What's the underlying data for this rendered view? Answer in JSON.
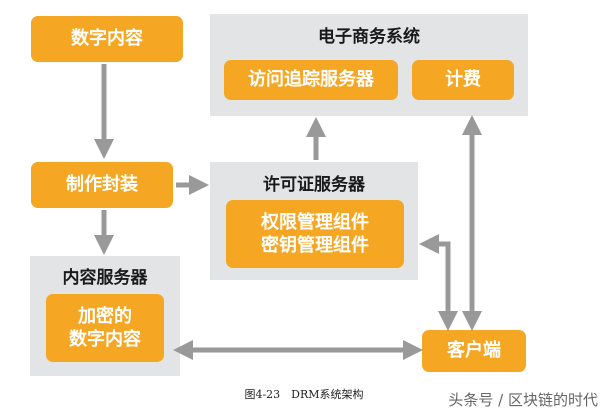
{
  "nodes": {
    "digital_content": "数字内容",
    "packaging": "制作封装",
    "ecommerce_system": "电子商务系统",
    "access_tracking_server": "访问追踪服务器",
    "billing": "计费",
    "license_server": "许可证服务器",
    "rights_management": [
      "权限管理组件",
      "密钥管理组件"
    ],
    "content_server": "内容服务器",
    "encrypted_content": [
      "加密的",
      "数字内容"
    ],
    "client": "客户端"
  },
  "caption": "图4-23　DRM系统架构",
  "watermark": "头条号 / 区块链的时代",
  "colors": {
    "box": "#f5a623",
    "panel": "#e3e4e6",
    "arrow": "#999999"
  }
}
